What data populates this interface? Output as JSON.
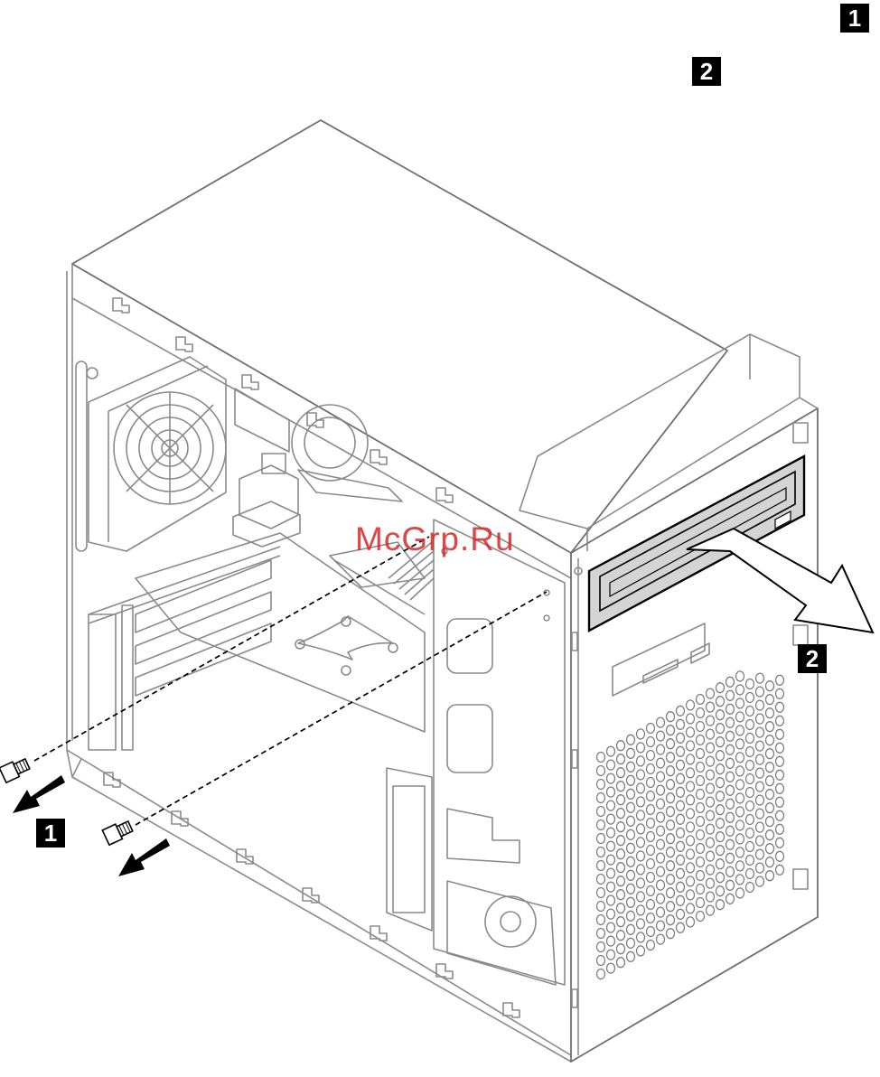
{
  "labels": {
    "legend_step_1": "1",
    "legend_step_2": "2",
    "step_1_callout": "1",
    "step_2_callout": "2"
  },
  "watermark": "McGrp.Ru",
  "colors": {
    "line_art": "#8a8a8a",
    "dark_line": "#000000",
    "drive_bezel": "#d4d4d4",
    "badge_background": "#000000",
    "badge_text": "#ffffff",
    "watermark": "#d61e1e"
  },
  "icons": {
    "screw": "screw-icon",
    "arrow": "arrow-icon"
  }
}
